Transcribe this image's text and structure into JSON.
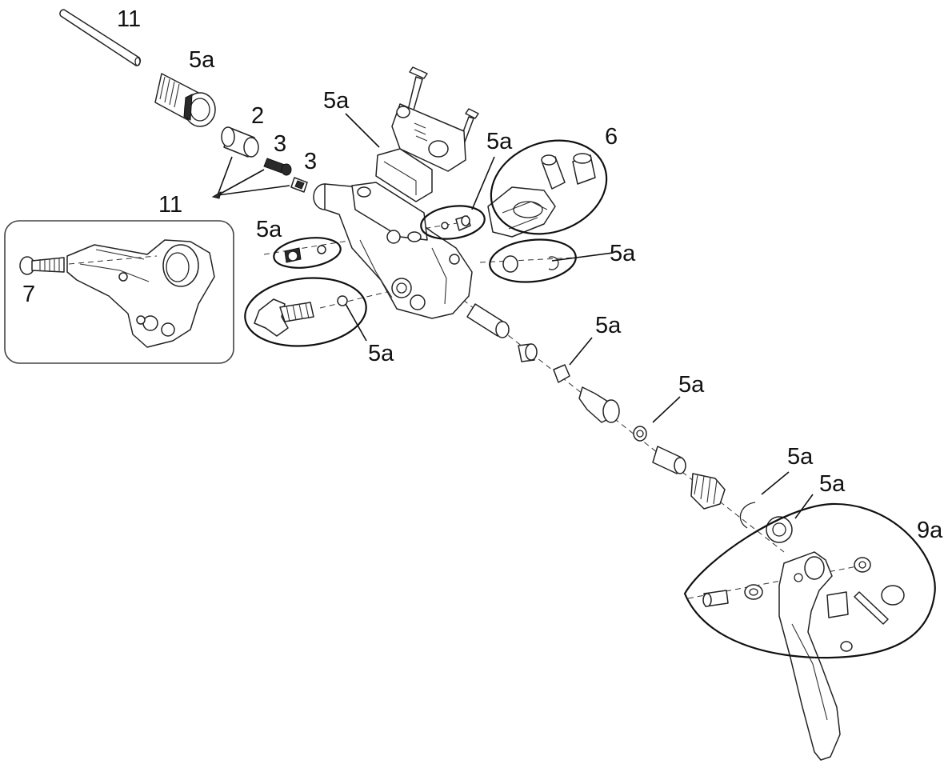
{
  "labels": {
    "hose": "11",
    "hose_fitting": "5a",
    "barb": "2",
    "bolt_a": "3",
    "bolt_b": "3",
    "inset": "11",
    "inset_bolt": "7",
    "body_seal": "5a",
    "port_kit": "5a",
    "reservoir_cap": "6",
    "bleed_kit_left": "5a",
    "clip_kit": "5a",
    "reach_adjust_kit": "5a",
    "piston_cup": "5a",
    "piston_seal": "5a",
    "lever_clip": "5a",
    "lever_bushing": "5a",
    "lever_kit": "9a"
  },
  "colors": {
    "line": "#222222",
    "background": "#ffffff"
  }
}
